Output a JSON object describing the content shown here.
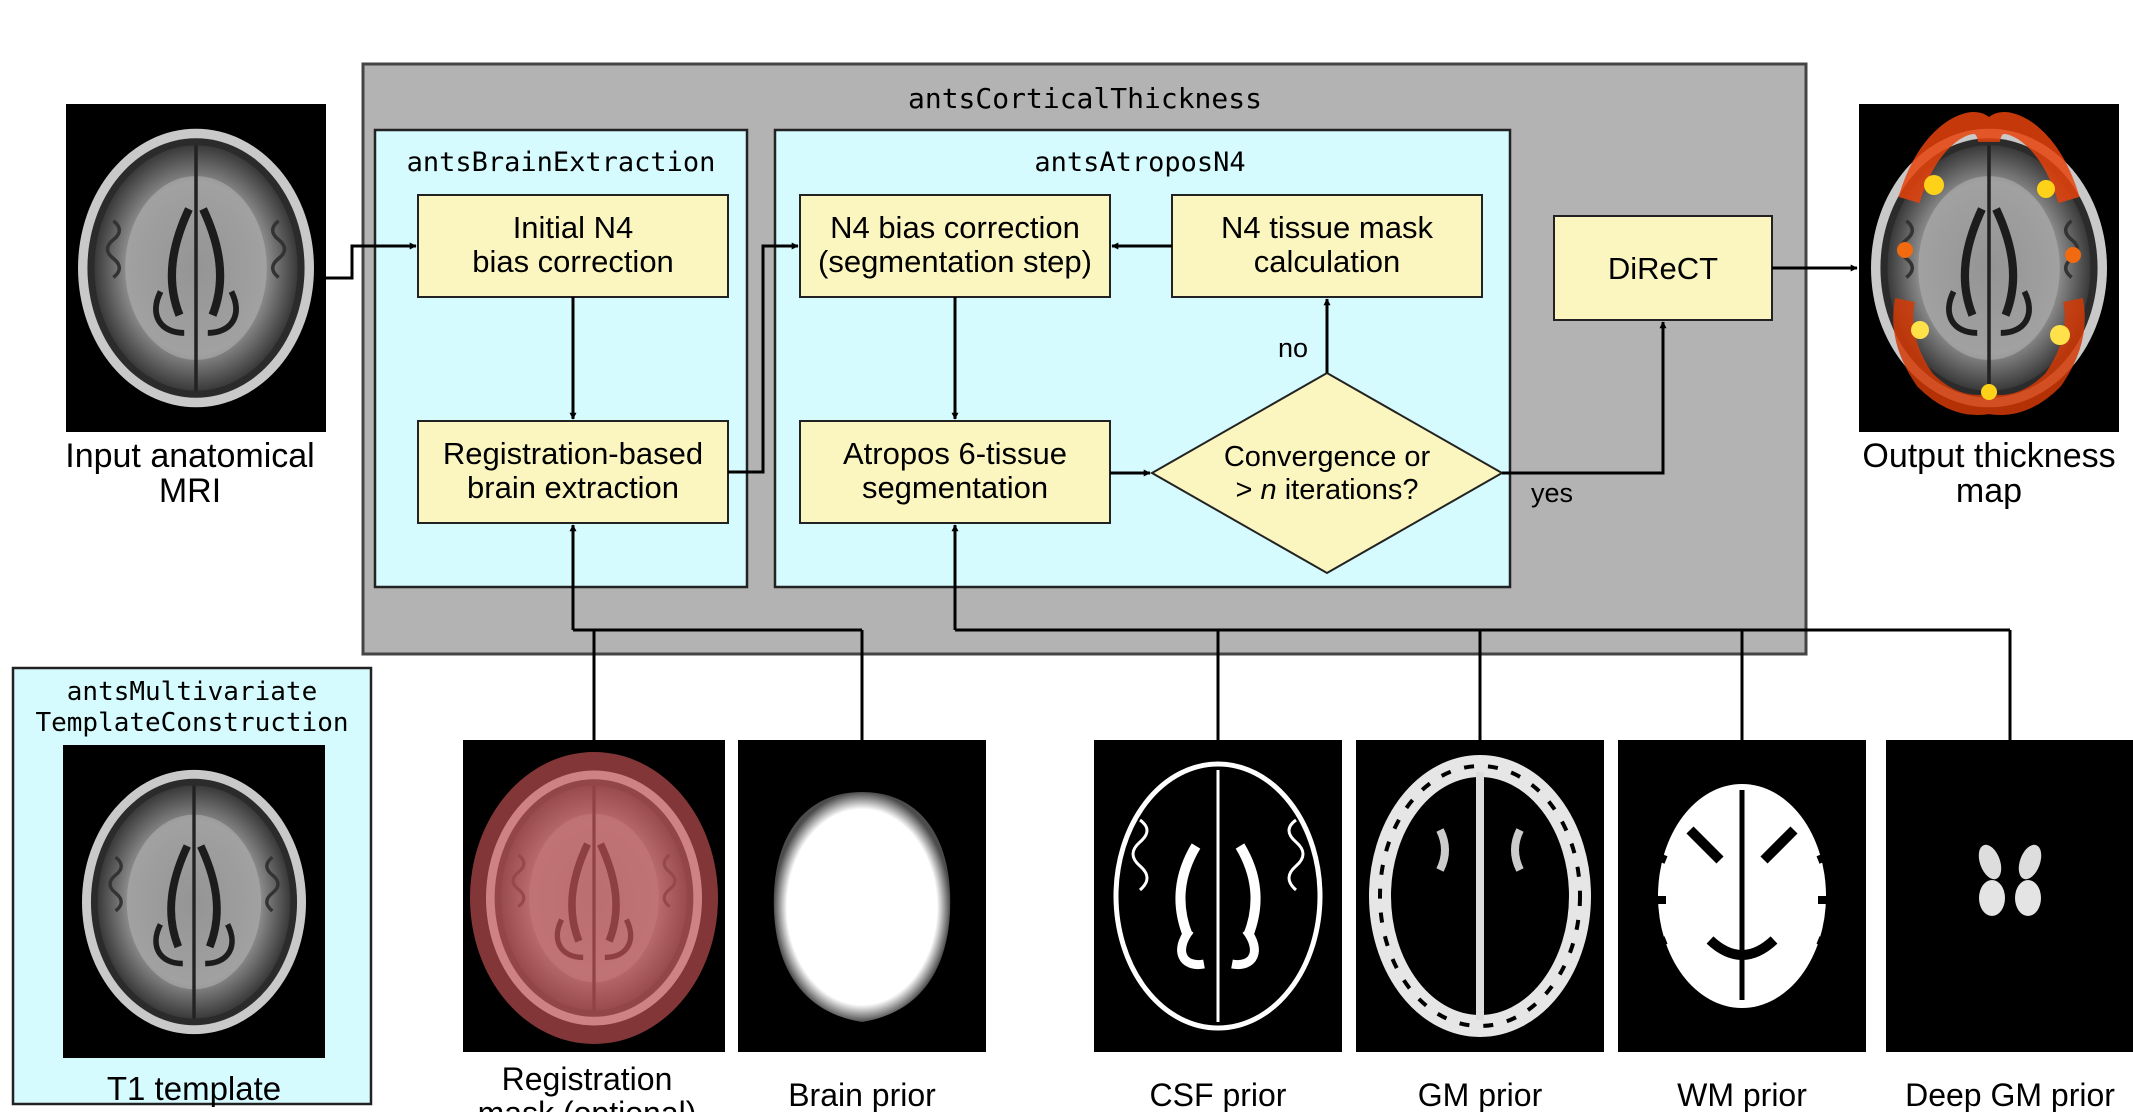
{
  "outer_title": "antsCorticalThickness",
  "brain_extraction": {
    "title": "antsBrainExtraction",
    "step1": [
      "Initial N4",
      "bias correction"
    ],
    "step2": [
      "Registration-based",
      "brain extraction"
    ]
  },
  "atropos": {
    "title": "antsAtroposN4",
    "n4_bias": [
      "N4 bias correction",
      "(segmentation step)"
    ],
    "tissue_mask": [
      "N4 tissue mask",
      "calculation"
    ],
    "segmentation": [
      "Atropos 6-tissue",
      "segmentation"
    ],
    "convergence_line1": "Convergence or",
    "convergence_line2_prefix": "> ",
    "convergence_line2_var": "n",
    "convergence_line2_suffix": " iterations?",
    "no_label": "no",
    "yes_label": "yes"
  },
  "direct_label": "DiReCT",
  "input_label": [
    "Input anatomical",
    "MRI"
  ],
  "output_label": [
    "Output thickness",
    "map"
  ],
  "template_box": {
    "title": [
      "antsMultivariate",
      "TemplateConstruction"
    ],
    "caption": "T1 template"
  },
  "priors": {
    "registration_mask": [
      "Registration",
      "mask (optional)"
    ],
    "brain": "Brain prior",
    "csf": "CSF prior",
    "gm": "GM prior",
    "wm": "WM prior",
    "deep_gm": "Deep GM prior"
  },
  "colors": {
    "outer_box": "#b3b3b3",
    "inner_box": "#d6fbff",
    "step_box": "#fbf6c0",
    "thickness_hot": "#e8420c"
  }
}
